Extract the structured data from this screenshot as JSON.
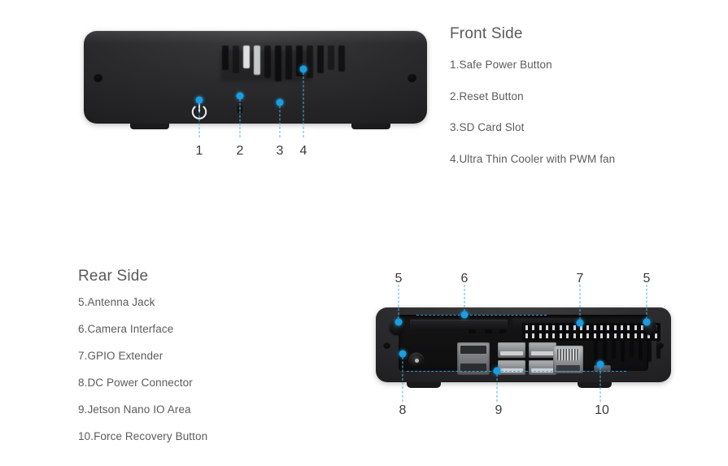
{
  "front": {
    "heading": "Front Side",
    "items": [
      "1.Safe Power Button",
      "2.Reset Button",
      "3.SD Card Slot",
      "4.Ultra Thin Cooler with PWM fan"
    ],
    "callouts": [
      "1",
      "2",
      "3",
      "4"
    ]
  },
  "rear": {
    "heading": "Rear Side",
    "items": [
      "5.Antenna Jack",
      "6.Camera Interface",
      "7.GPIO Extender",
      "8.DC Power Connector",
      "9.Jetson Nano IO Area",
      "10.Force Recovery Button"
    ],
    "callouts_top": [
      "5",
      "6",
      "7",
      "5"
    ],
    "callouts_bottom": [
      "8",
      "9",
      "10"
    ]
  },
  "colors": {
    "accent": "#1b9de0",
    "leader_line": "#4db3e4",
    "text": "#5c5c5c",
    "heading": "#5a5a5a",
    "number": "#3b3b3b",
    "device_body": "#202022",
    "background": "#ffffff"
  },
  "icons": {
    "power": "power-symbol-icon",
    "reset": "pinhole-icon",
    "sd": "sd-card-slot-icon",
    "vent": "cooler-vent-icon",
    "dc": "dc-barrel-jack-icon",
    "usb": "usb-port-icon",
    "rj45": "ethernet-port-icon",
    "gpio": "gpio-header-icon",
    "antenna": "antenna-jack-icon",
    "microusb": "micro-usb-icon",
    "displayport": "display-port-icon"
  }
}
